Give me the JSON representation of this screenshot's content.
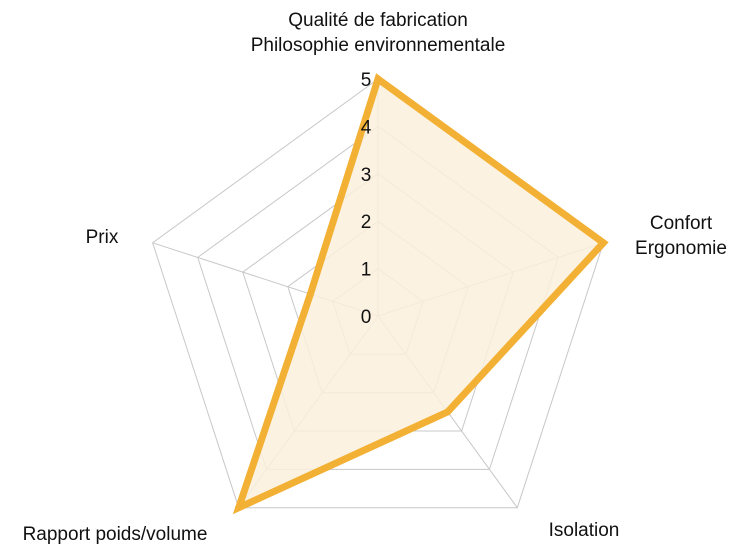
{
  "chart_data": {
    "type": "radar",
    "axes": [
      {
        "lines": [
          "Qualité de fabrication",
          "Philosophie environnementale"
        ]
      },
      {
        "lines": [
          "Confort",
          "Ergonomie"
        ]
      },
      {
        "lines": [
          "Isolation"
        ]
      },
      {
        "lines": [
          "Rapport poids/volume"
        ]
      },
      {
        "lines": [
          "Prix"
        ]
      }
    ],
    "values": [
      5,
      5,
      2.5,
      5,
      1.5
    ],
    "rlim": [
      0,
      5
    ],
    "ticks": [
      0,
      1,
      2,
      3,
      4,
      5
    ],
    "grid": true,
    "colors": {
      "series": "#f2b134",
      "fill": "#fcf0dc",
      "grid": "#c8c8c8",
      "text": "#111111"
    }
  }
}
